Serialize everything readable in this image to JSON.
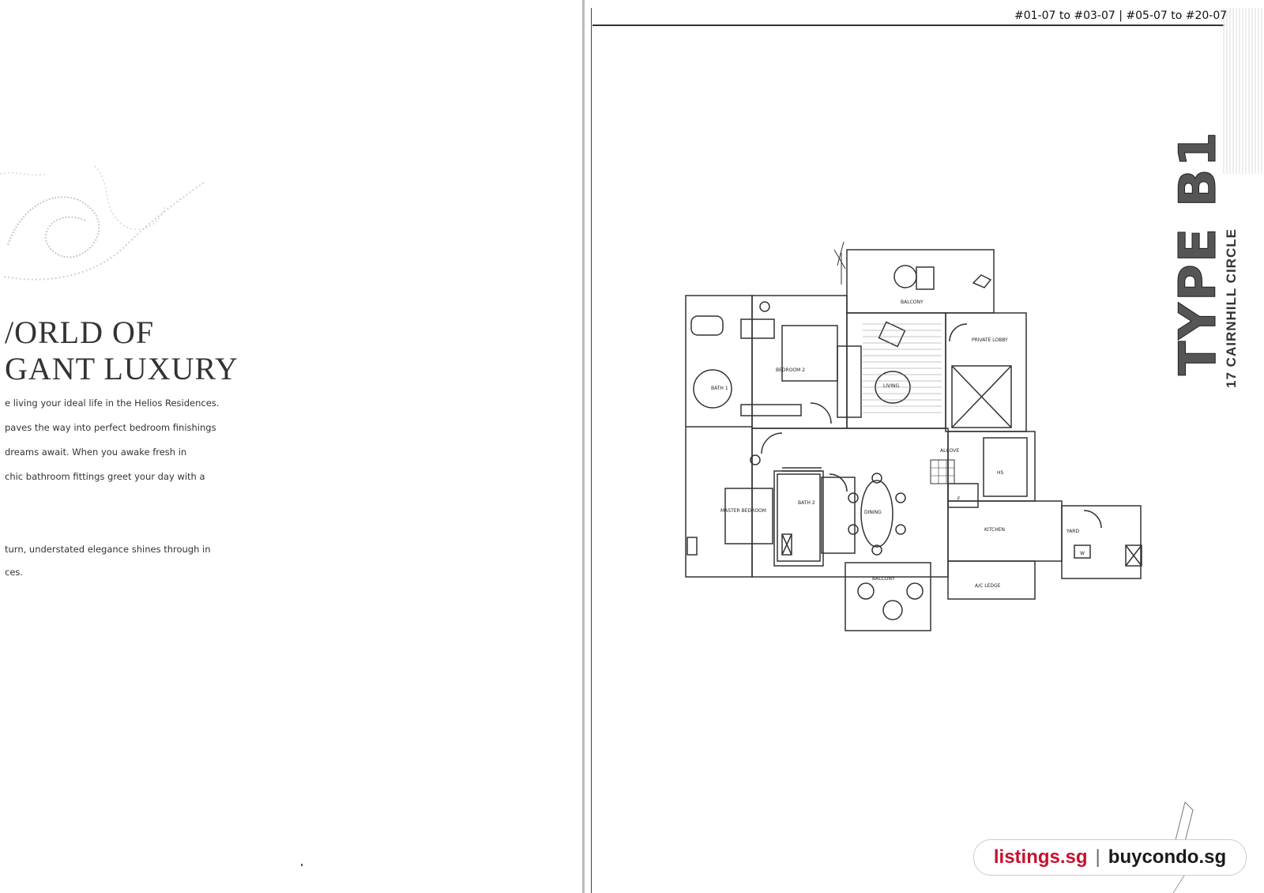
{
  "left_page": {
    "heading_line1": "/ORLD OF",
    "heading_line2": "GANT LUXURY",
    "paragraph_lines": [
      "e living your ideal life in the Helios Residences.",
      "paves the way into perfect bedroom finishings",
      "dreams await. When you awake fresh in",
      "chic bathroom fittings greet your day with a",
      "turn, understated elegance shines through in",
      "ces."
    ]
  },
  "right_page": {
    "unit_range": "#01-07 to #03-07 | #05-07 to #20-07",
    "type_title": "TYPE B1",
    "address": "17 CAIRNHILL CIRCLE",
    "rooms": {
      "balcony_top": "BALCONY",
      "private_lobby": "PRIVATE LOBBY",
      "bedroom2": "BEDROOM 2",
      "bath1": "BATH 1",
      "living": "LIVING",
      "alcove": "ALCOVE",
      "hs": "HS",
      "master": "MASTER BEDROOM",
      "bath2": "BATH 2",
      "dining": "DINING",
      "kitchen": "KITCHEN",
      "yard": "YARD",
      "f_box": "F",
      "w_box": "W",
      "balcony_bottom": "BALCONY",
      "ac_ledge": "A/C LEDGE"
    }
  },
  "watermark": {
    "site_a": "listings.sg",
    "separator": "|",
    "site_b": "buycondo.sg"
  }
}
